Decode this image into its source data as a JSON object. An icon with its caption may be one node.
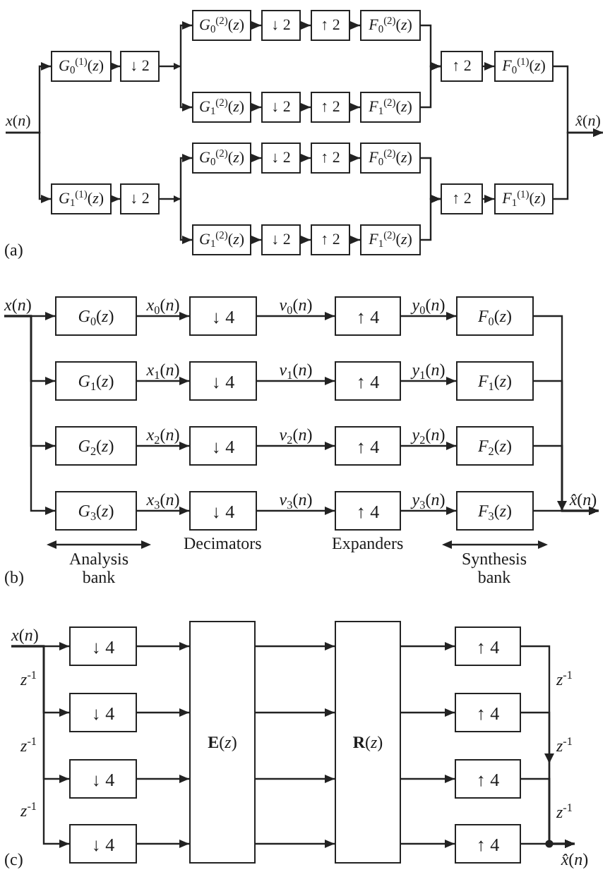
{
  "diagram": {
    "nodes": [
      {
        "text": [
          "*x*(*n*)"
        ]
      },
      {
        "text": [
          "*G*$_{0}$$^{(1)}$(*z*)"
        ]
      },
      {
        "text": [
          "↓ 2"
        ]
      },
      {
        "text": [
          "*G*$_{0}$$^{(2)}$(*z*)"
        ]
      },
      {
        "text": [
          "↓ 2"
        ]
      },
      {
        "text": [
          "↑ 2"
        ]
      },
      {
        "text": [
          "*F*$_{0}$$^{(2)}$(*z*)"
        ]
      },
      {
        "text": [
          "*G*$_{1}$$^{(2)}$(*z*)"
        ]
      },
      {
        "text": [
          "↓ 2"
        ]
      },
      {
        "text": [
          "↑ 2"
        ]
      },
      {
        "text": [
          "*F*$_{1}$$^{(2)}$(*z*)"
        ]
      },
      {
        "text": [
          "↑ 2"
        ]
      },
      {
        "text": [
          "*F*$_{0}$$^{(1)}$(*z*)"
        ]
      },
      {
        "text": [
          "*G*$_{1}$$^{(1)}$(*z*)"
        ]
      },
      {
        "text": [
          "↓ 2"
        ]
      },
      {
        "text": [
          "*G*$_{0}$$^{(2)}$(*z*)"
        ]
      },
      {
        "text": [
          "↓ 2"
        ]
      },
      {
        "text": [
          "↑ 2"
        ]
      },
      {
        "text": [
          "*F*$_{0}$$^{(2)}$(*z*)"
        ]
      },
      {
        "text": [
          "*G*$_{1}$$^{(2)}$(*z*)"
        ]
      },
      {
        "text": [
          "↓ 2"
        ]
      },
      {
        "text": [
          "↑ 2"
        ]
      },
      {
        "text": [
          "*F*$_{1}$$^{(2)}$(*z*)"
        ]
      },
      {
        "text": [
          "↑ 2"
        ]
      },
      {
        "text": [
          "*F*$_{1}$$^{(1)}$(*z*)"
        ]
      },
      {
        "text": [
          "*x̂*(*n*)"
        ]
      },
      {
        "text": [
          "*x*(*n*)"
        ]
      },
      {
        "text": [
          "*G*$_{0}$(*z*)"
        ]
      },
      {
        "text": [
          "↓ 4"
        ]
      },
      {
        "text": [
          "↑ 4"
        ]
      },
      {
        "text": [
          "*F*$_{0}$(*z*)"
        ]
      },
      {
        "text": [
          "*G*$_{1}$(*z*)"
        ]
      },
      {
        "text": [
          "↓ 4"
        ]
      },
      {
        "text": [
          "↑ 4"
        ]
      },
      {
        "text": [
          "*F*$_{1}$(*z*)"
        ]
      },
      {
        "text": [
          "*G*$_{2}$(*z*)"
        ]
      },
      {
        "text": [
          "↓ 4"
        ]
      },
      {
        "text": [
          "↑ 4"
        ]
      },
      {
        "text": [
          "*F*$_{2}$(*z*)"
        ]
      },
      {
        "text": [
          "*G*$_{3}$(*z*)"
        ]
      },
      {
        "text": [
          "↓ 4"
        ]
      },
      {
        "text": [
          "↑ 4"
        ]
      },
      {
        "text": [
          "*F*$_{3}$(*z*)"
        ]
      },
      {
        "text": [
          "*x̂*(*n*)"
        ]
      },
      {
        "text": [
          "*x*(*n*)"
        ]
      },
      {
        "text": [
          "↓ 4"
        ]
      },
      {
        "text": [
          "↓ 4"
        ]
      },
      {
        "text": [
          "↓ 4"
        ]
      },
      {
        "text": [
          "↓ 4"
        ]
      },
      {
        "text": [
          "**E**(*z*)"
        ]
      },
      {
        "text": [
          "**R**(*z*)"
        ]
      },
      {
        "text": [
          "↑ 4"
        ]
      },
      {
        "text": [
          "↑ 4"
        ]
      },
      {
        "text": [
          "↑ 4"
        ]
      },
      {
        "text": [
          "↑ 4"
        ]
      },
      {
        "text": [
          "*x̂*(*n*)"
        ]
      }
    ],
    "edges": [
      {
        "from": 0,
        "to": 1,
        "arrow": "to"
      },
      {
        "from": 0,
        "to": 13,
        "arrow": "to"
      },
      {
        "from": 1,
        "to": 2,
        "arrow": "to"
      },
      {
        "from": 2,
        "to": 3,
        "arrow": "to"
      },
      {
        "from": 2,
        "to": 7,
        "arrow": "to"
      },
      {
        "from": 3,
        "to": 4,
        "arrow": "to"
      },
      {
        "from": 4,
        "to": 5,
        "arrow": "to"
      },
      {
        "from": 5,
        "to": 6,
        "arrow": "to"
      },
      {
        "from": 7,
        "to": 8,
        "arrow": "to"
      },
      {
        "from": 8,
        "to": 9,
        "arrow": "to"
      },
      {
        "from": 9,
        "to": 10,
        "arrow": "to"
      },
      {
        "from": 6,
        "to": 11,
        "arrow": "to"
      },
      {
        "from": 10,
        "to": 11,
        "arrow": "to"
      },
      {
        "from": 11,
        "to": 12,
        "arrow": "to"
      },
      {
        "from": 12,
        "to": 25,
        "arrow": "to"
      },
      {
        "from": 13,
        "to": 14,
        "arrow": "to"
      },
      {
        "from": 14,
        "to": 15,
        "arrow": "to"
      },
      {
        "from": 14,
        "to": 19,
        "arrow": "to"
      },
      {
        "from": 15,
        "to": 16,
        "arrow": "to"
      },
      {
        "from": 16,
        "to": 17,
        "arrow": "to"
      },
      {
        "from": 17,
        "to": 18,
        "arrow": "to"
      },
      {
        "from": 19,
        "to": 20,
        "arrow": "to"
      },
      {
        "from": 20,
        "to": 21,
        "arrow": "to"
      },
      {
        "from": 21,
        "to": 22,
        "arrow": "to"
      },
      {
        "from": 18,
        "to": 23,
        "arrow": "to"
      },
      {
        "from": 22,
        "to": 23,
        "arrow": "to"
      },
      {
        "from": 23,
        "to": 24,
        "arrow": "to"
      },
      {
        "from": 24,
        "to": 25,
        "arrow": "to"
      },
      {
        "from": 26,
        "to": 27,
        "arrow": "to"
      },
      {
        "from": 26,
        "to": 31,
        "arrow": "to"
      },
      {
        "from": 26,
        "to": 35,
        "arrow": "to"
      },
      {
        "from": 26,
        "to": 39,
        "arrow": "to"
      },
      {
        "from": 27,
        "to": 28,
        "label": "*x*$_{0}$(*n*)",
        "arrow": "to"
      },
      {
        "from": 28,
        "to": 29,
        "label": "*v*$_{0}$(*n*)",
        "arrow": "to"
      },
      {
        "from": 29,
        "to": 30,
        "label": "*y*$_{0}$(*n*)",
        "arrow": "to"
      },
      {
        "from": 30,
        "to": 43,
        "arrow": "to"
      },
      {
        "from": 31,
        "to": 32,
        "label": "*x*$_{1}$(*n*)",
        "arrow": "to"
      },
      {
        "from": 32,
        "to": 33,
        "label": "*v*$_{1}$(*n*)",
        "arrow": "to"
      },
      {
        "from": 33,
        "to": 34,
        "label": "*y*$_{1}$(*n*)",
        "arrow": "to"
      },
      {
        "from": 34,
        "to": 43,
        "arrow": "to"
      },
      {
        "from": 35,
        "to": 36,
        "label": "*x*$_{2}$(*n*)",
        "arrow": "to"
      },
      {
        "from": 36,
        "to": 37,
        "label": "*v*$_{2}$(*n*)",
        "arrow": "to"
      },
      {
        "from": 37,
        "to": 38,
        "label": "*y*$_{2}$(*n*)",
        "arrow": "to"
      },
      {
        "from": 38,
        "to": 43,
        "arrow": "to"
      },
      {
        "from": 39,
        "to": 40,
        "label": "*x*$_{3}$(*n*)",
        "arrow": "to"
      },
      {
        "from": 40,
        "to": 41,
        "label": "*v*$_{3}$(*n*)",
        "arrow": "to"
      },
      {
        "from": 41,
        "to": 42,
        "label": "*y*$_{3}$(*n*)",
        "arrow": "to"
      },
      {
        "from": 42,
        "to": 43,
        "arrow": "to"
      },
      {
        "from": 44,
        "to": 45,
        "arrow": "to"
      },
      {
        "from": 44,
        "to": 46,
        "label": "*z*$^{-1}$",
        "arrow": "to"
      },
      {
        "from": 44,
        "to": 47,
        "label": "*z*$^{-1}$",
        "arrow": "to"
      },
      {
        "from": 44,
        "to": 48,
        "label": "*z*$^{-1}$",
        "arrow": "to"
      },
      {
        "from": 45,
        "to": 49,
        "arrow": "to"
      },
      {
        "from": 46,
        "to": 49,
        "arrow": "to"
      },
      {
        "from": 47,
        "to": 49,
        "arrow": "to"
      },
      {
        "from": 48,
        "to": 49,
        "arrow": "to"
      },
      {
        "from": 49,
        "to": 50,
        "arrow": "to"
      },
      {
        "from": 49,
        "to": 50,
        "arrow": "to"
      },
      {
        "from": 49,
        "to": 50,
        "arrow": "to"
      },
      {
        "from": 49,
        "to": 50,
        "arrow": "to"
      },
      {
        "from": 50,
        "to": 51,
        "arrow": "to"
      },
      {
        "from": 50,
        "to": 52,
        "arrow": "to"
      },
      {
        "from": 50,
        "to": 53,
        "arrow": "to"
      },
      {
        "from": 50,
        "to": 54,
        "arrow": "to"
      },
      {
        "from": 51,
        "to": 55,
        "label": "*z*$^{-1}$",
        "arrow": "to"
      },
      {
        "from": 52,
        "to": 55,
        "label": "*z*$^{-1}$",
        "arrow": "to"
      },
      {
        "from": 53,
        "to": 55,
        "label": "*z*$^{-1}$",
        "arrow": "to"
      },
      {
        "from": 54,
        "to": 55,
        "arrow": "to"
      }
    ],
    "labels": [
      "(a)",
      "Analysis bank",
      "Decimators",
      "Expanders",
      "Synthesis bank",
      "(b)",
      "(c)"
    ]
  }
}
